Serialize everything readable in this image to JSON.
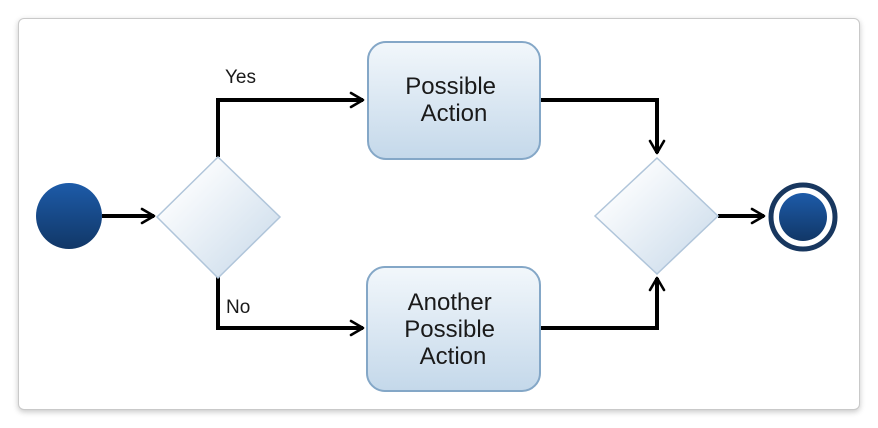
{
  "page": {
    "background": "#ffffff"
  },
  "card": {
    "background": "#ffffff",
    "border_color": "#c9c9c9"
  },
  "diagram": {
    "type": "uml-activity-flowchart",
    "nodes": {
      "start": {
        "type": "initial-node"
      },
      "decision": {
        "type": "decision-diamond"
      },
      "action_yes": {
        "type": "action",
        "lines": [
          "Possible",
          "Action"
        ]
      },
      "action_no": {
        "type": "action",
        "lines": [
          "Another",
          "Possible",
          "Action"
        ]
      },
      "merge": {
        "type": "merge-diamond"
      },
      "end": {
        "type": "activity-final-node"
      }
    },
    "edges": [
      {
        "from": "start",
        "to": "decision",
        "label": ""
      },
      {
        "from": "decision",
        "to": "action_yes",
        "label": "Yes"
      },
      {
        "from": "action_yes",
        "to": "merge",
        "label": ""
      },
      {
        "from": "decision",
        "to": "action_no",
        "label": "No"
      },
      {
        "from": "action_no",
        "to": "merge",
        "label": ""
      },
      {
        "from": "merge",
        "to": "end",
        "label": ""
      }
    ],
    "colors": {
      "edge": "#000000",
      "node_fill_top": "#1d5ba9",
      "node_fill_bottom": "#113767",
      "final_ring": "#18375f",
      "box_fill_top": "#f2f7fb",
      "box_fill_bottom": "#c4d8ea",
      "box_border": "#84a7c7",
      "diamond_fill_light": "#ffffff",
      "diamond_fill_dark": "#c6d8e9",
      "diamond_border": "#b0c5da",
      "text": "#1a1a1a"
    }
  }
}
